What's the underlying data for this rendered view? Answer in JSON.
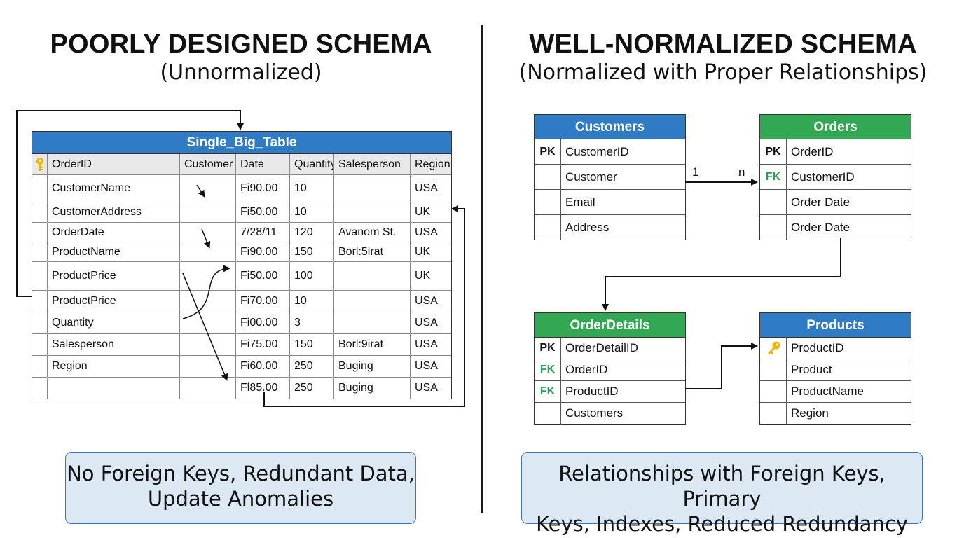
{
  "colors": {
    "blue": "#2f7cc4",
    "green": "#33a853",
    "fk_green": "#2e9e55",
    "note_bg": "#dce9f5",
    "note_border": "#3b78b0",
    "key_gold": "#f0b400"
  },
  "left": {
    "heading": "POORLY DESIGNED SCHEMA",
    "subheading": "(Unnormalized)",
    "table": {
      "title": "Single_Big_Table",
      "key_icon": "key-icon",
      "columns": [
        "OrderID",
        "Customer",
        "Date",
        "Quantity",
        "Salesperson",
        "Region"
      ],
      "rows": [
        [
          "CustomerName",
          "",
          "Fi90.00",
          "10",
          "",
          "USA"
        ],
        [
          "CustomerAddress",
          "",
          "Fi50.00",
          "10",
          "",
          "UK"
        ],
        [
          "OrderDate",
          "",
          "7/28/11",
          "120",
          "Avanom St.",
          "USA"
        ],
        [
          "ProductName",
          "",
          "Fi90.00",
          "150",
          "Borl:5lrat",
          "UK"
        ],
        [
          "ProductPrice",
          "",
          "Fi50.00",
          "100",
          "",
          "UK"
        ],
        [
          "ProductPrice",
          "",
          "Fi70.00",
          "10",
          "",
          "USA"
        ],
        [
          "Quantity",
          "",
          "Fi00.00",
          "3",
          "",
          "USA"
        ],
        [
          "Salesperson",
          "",
          "Fi75.00",
          "150",
          "Borl:9irat",
          "USA"
        ],
        [
          "Region",
          "",
          "Fi60.00",
          "250",
          "Buging",
          "USA"
        ],
        [
          "",
          "",
          "Fl85.00",
          "250",
          "Buging",
          "USA"
        ]
      ]
    },
    "note": [
      "No Foreign Keys, Redundant Data,",
      "Update Anomalies"
    ]
  },
  "right": {
    "heading": "WELL-NORMALIZED SCHEMA",
    "subheading": "(Normalized with Proper Relationships)",
    "tables": [
      {
        "id": "customers",
        "title": "Customers",
        "color": "blue",
        "rows": [
          {
            "key": "PK",
            "name": "CustomerID"
          },
          {
            "key": "",
            "name": "Customer"
          },
          {
            "key": "",
            "name": "Email"
          },
          {
            "key": "",
            "name": "Address"
          }
        ]
      },
      {
        "id": "orders",
        "title": "Orders",
        "color": "green",
        "rows": [
          {
            "key": "PK",
            "name": "OrderID"
          },
          {
            "key": "FK",
            "name": "CustomerID"
          },
          {
            "key": "",
            "name": "Order Date"
          },
          {
            "key": "",
            "name": "Order Date"
          }
        ]
      },
      {
        "id": "orderdetails",
        "title": "OrderDetails",
        "color": "green",
        "rows": [
          {
            "key": "PK",
            "name": "OrderDetailID"
          },
          {
            "key": "FK",
            "name": "OrderID"
          },
          {
            "key": "FK",
            "name": "ProductID"
          },
          {
            "key": "",
            "name": "Customers"
          }
        ]
      },
      {
        "id": "products",
        "title": "Products",
        "color": "blue",
        "rows": [
          {
            "key": "key-icon",
            "name": "ProductID"
          },
          {
            "key": "",
            "name": "Product"
          },
          {
            "key": "",
            "name": "ProductName"
          },
          {
            "key": "",
            "name": "Region"
          }
        ]
      }
    ],
    "cardinality": {
      "one": "1",
      "many": "n"
    },
    "note": [
      "Relationships with Foreign Keys, Primary",
      "Keys, Indexes, Reduced Redundancy"
    ]
  }
}
